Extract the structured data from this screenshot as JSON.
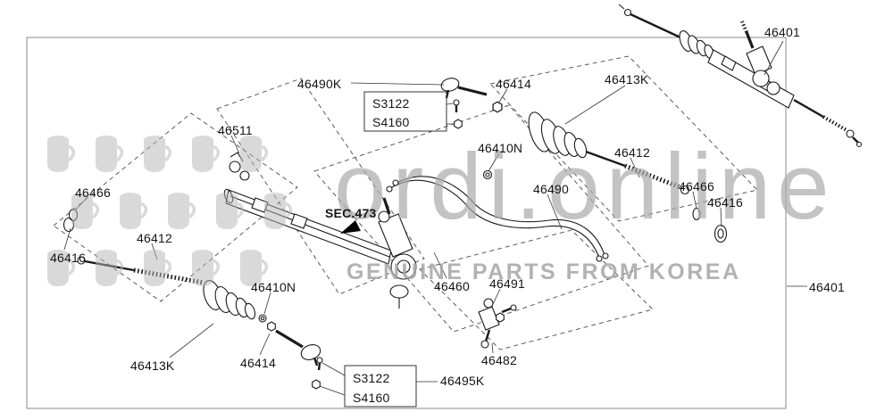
{
  "watermark": {
    "brand": "ordi.online",
    "tagline": "GENUINE PARTS FROM KOREA"
  },
  "colors": {
    "line_art": "#1a1a1a",
    "watermark_gray": "#ababab",
    "label_text": "#151515"
  },
  "labels": {
    "p46401_top": "46401",
    "p46490k": "46490K",
    "s3122_top": "S3122",
    "s4160_top": "S4160",
    "p46414_top": "46414",
    "p46413k_top": "46413K",
    "p46511": "46511",
    "p46410n_top": "46410N",
    "p46412_right": "46412",
    "p46490": "46490",
    "p46466_right": "46466",
    "p46416_right": "46416",
    "p46466_left": "46466",
    "p46412_left": "46412",
    "p46416_left": "46416",
    "sec473": "SEC.473",
    "p46410n_bottom": "46410N",
    "p46460": "46460",
    "p46491": "46491",
    "p46413k_bottom": "46413K",
    "p46414_bottom": "46414",
    "s3122_bottom": "S3122",
    "s4160_bottom": "S4160",
    "p46495k": "46495K",
    "p46482": "46482",
    "p46401_right": "46401"
  }
}
